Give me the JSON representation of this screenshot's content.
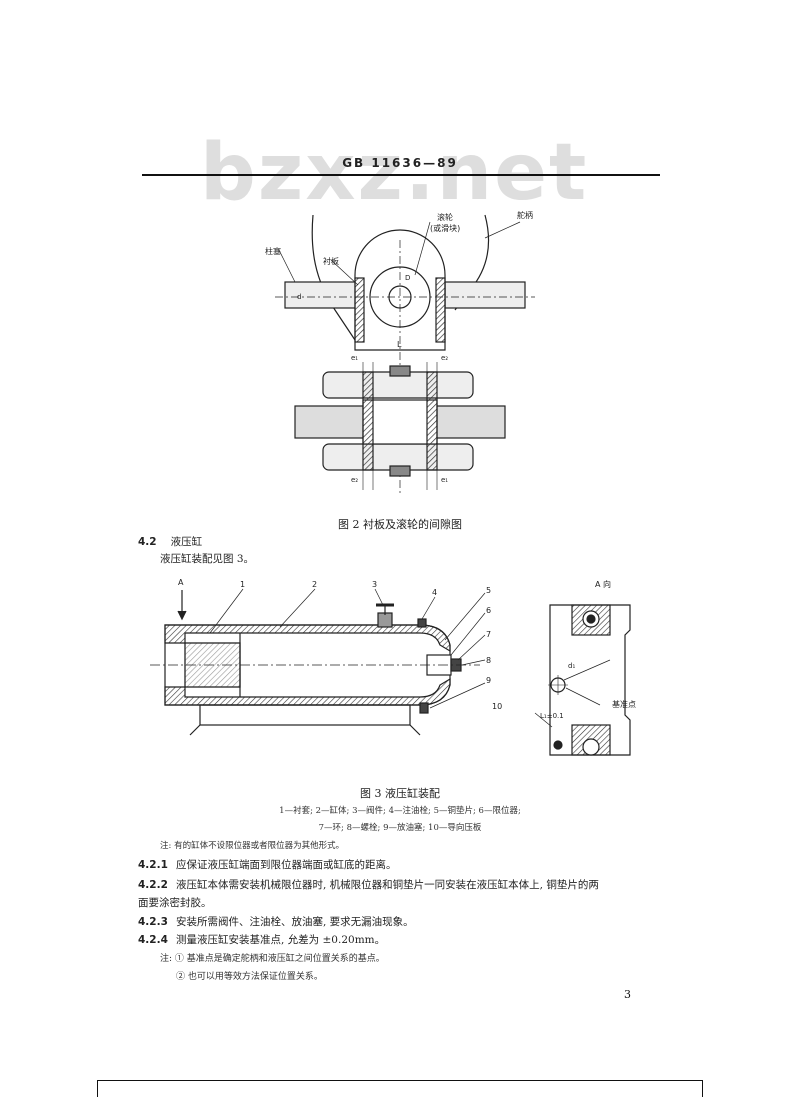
{
  "header": {
    "watermark": "bzxz.net",
    "standard_code": "GB 11636—89"
  },
  "figure2": {
    "caption": "图 2  衬板及滚轮的间隙图",
    "labels": {
      "roller": "滚轮",
      "roller_alt": "(或滑块)",
      "tiller": "舵柄",
      "piston_rod": "柱塞",
      "liner": "衬板",
      "d": "d",
      "D": "D",
      "L": "L",
      "e1": "e₁",
      "e2": "e₂"
    }
  },
  "section_4_2": {
    "number": "4.2",
    "title": "液压缸",
    "intro": "液压缸装配见图 3。"
  },
  "figure3": {
    "caption": "图 3  液压缸装配",
    "parts_line1": "1—衬套; 2—缸体; 3—阀件; 4—注油栓; 5—铜垫片; 6—限位器;",
    "parts_line2": "7—环; 8—螺栓; 9—放油塞; 10—导向压板",
    "note": "注: 有的缸体不设限位器或者限位器为其他形式。",
    "labels": {
      "arrow_A": "A",
      "view_A": "A 向",
      "n1": "1",
      "n2": "2",
      "n3": "3",
      "n4": "4",
      "n5": "5",
      "n6": "6",
      "n7": "7",
      "n8": "8",
      "n9": "9",
      "n10": "10",
      "datum": "基准点",
      "tolerance": "L₁±0.1",
      "dim_d1": "d₁"
    }
  },
  "clauses": [
    {
      "number": "4.2.1",
      "text": "应保证液压缸端面到限位器端面或缸底的距离。"
    },
    {
      "number": "4.2.2",
      "text": "液压缸本体需安装机械限位器时, 机械限位器和铜垫片一同安装在液压缸本体上, 铜垫片的两"
    },
    {
      "number": "",
      "text": "面要涂密封胶。"
    },
    {
      "number": "4.2.3",
      "text": "安装所需阀件、注油栓、放油塞, 要求无漏油现象。"
    },
    {
      "number": "4.2.4",
      "text": "测量液压缸安装基准点, 允差为 ±0.20mm。"
    }
  ],
  "notes": {
    "line1": "注: ① 基准点是确定舵柄和液压缸之间位置关系的基点。",
    "line2": "② 也可以用等效方法保证位置关系。"
  },
  "page_number": "3"
}
